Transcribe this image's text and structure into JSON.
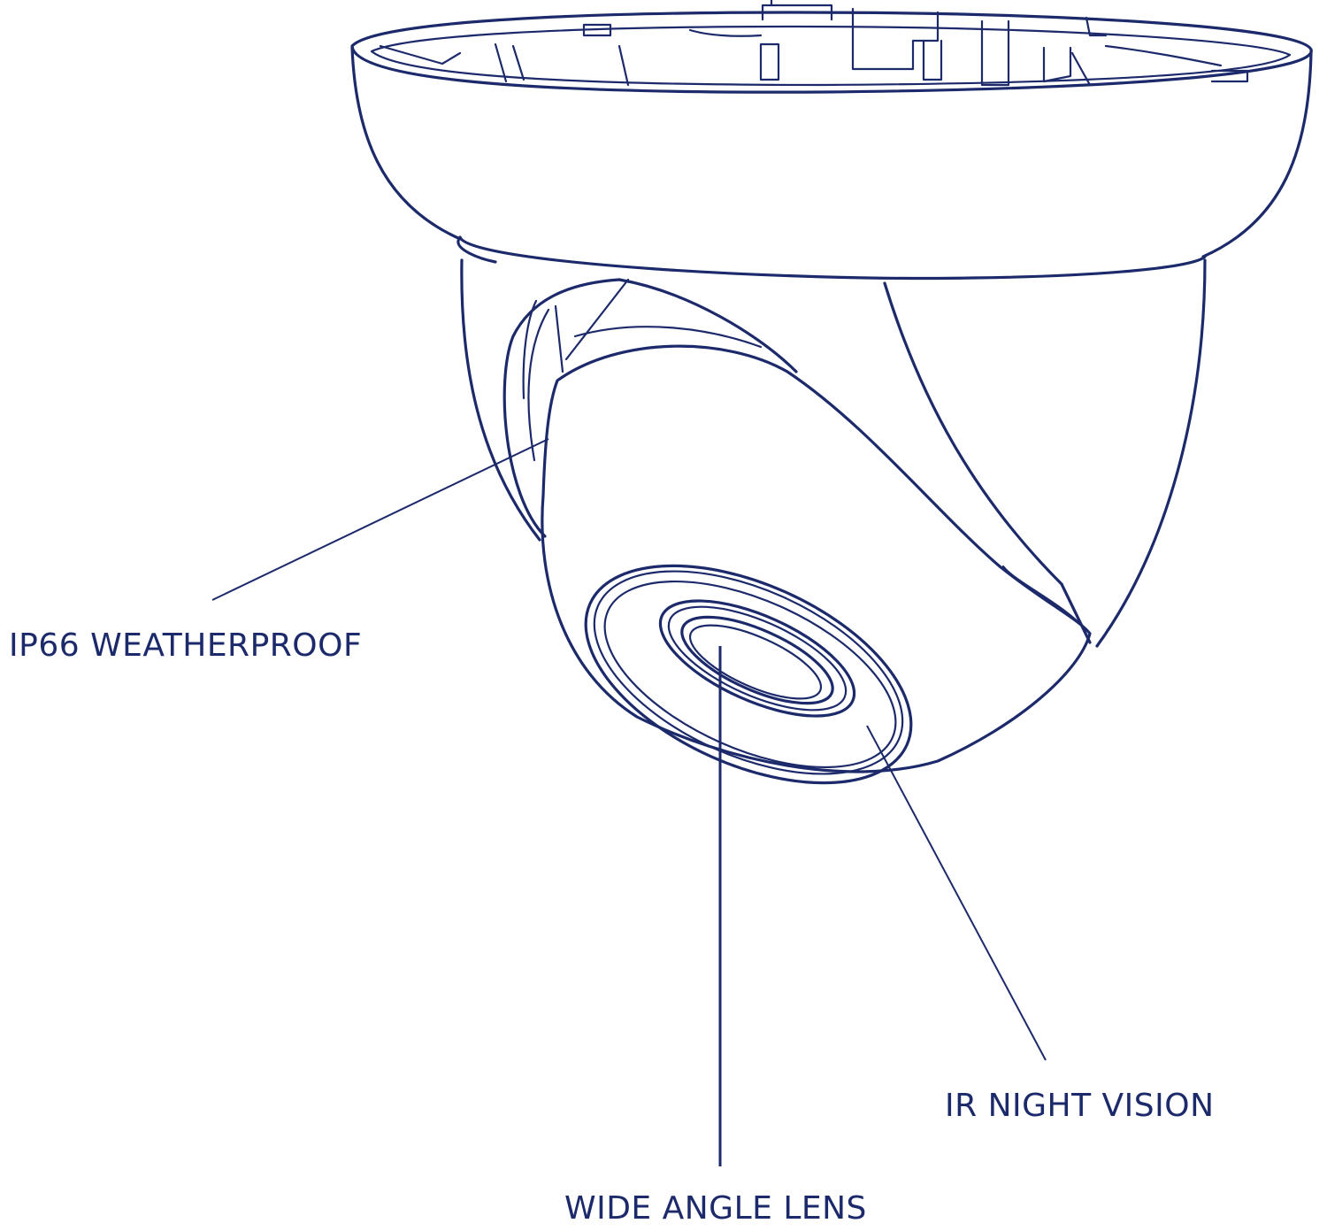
{
  "labels": {
    "weatherproof": "IP66 WEATHERPROOF",
    "night_vision": "IR NIGHT VISION",
    "lens": "WIDE ANGLE LENS"
  },
  "colors": {
    "ink": "#1c2a6b",
    "background": "#ffffff"
  }
}
